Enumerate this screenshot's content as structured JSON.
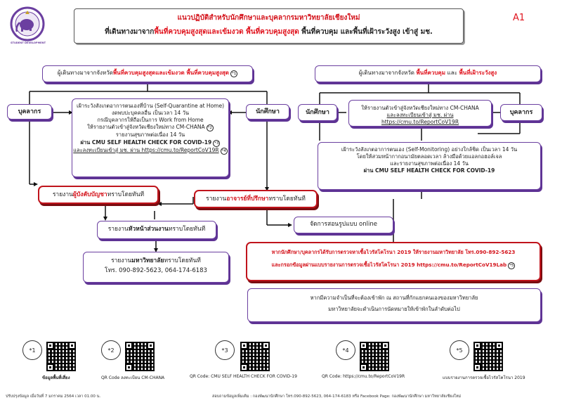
{
  "header": {
    "logo_text": "STUDENT DEVELOPMENT",
    "title_line1": "แนวปฏิบัติสำหรับนักศึกษาและบุคลากรมหาวิทยาลัยเชียงใหม่",
    "title_line2_a": "ที่เดินทางมาจาก",
    "title_line2_b": "พื้นที่ควบคุมสูงสุดและเข้มงวด พื้นที่ควบคุมสูงสุด",
    "title_line2_c": " พื้นที่ควบคุม และพื้นที่เฝ้าระวังสูง เข้าสู่ มช.",
    "code": "A1"
  },
  "left": {
    "from_box_a": "ผู้เดินทางมาจากจังหวัด",
    "from_box_b": "พื้นที่ควบคุมสูงสุดและเข้มงวด พื้นที่ควบคุมสูงสุด",
    "from_box_num": "*1",
    "staff": "บุคลากร",
    "student": "นักศึกษา",
    "center_lines": [
      "เฝ้าระวังสังเกตอาการตนเองที่บ้าน (Self-Quarantine at Home)",
      "งดพบปะบุคคลอื่น เป็นเวลา 14 วัน",
      "กรณีบุคลากรให้ถือเป็นการ Work from Home",
      "ให้รายงานตัวเข้าสู่จังหวัดเชียงใหม่ทาง CM-CHANA",
      "รายงานสุขภาพต่อเนื่อง 14 วัน",
      "ผ่าน CMU SELF HEALTH CHECK FOR COVID-19",
      "และลงทะเบียนเข้าสู่ มช. ผ่าน https://cmu.to/ReportCoV19R"
    ],
    "center_nums": [
      "*2",
      "*3",
      "*4"
    ],
    "report_supervisor_a": "รายงาน",
    "report_supervisor_b": "ผู้บังคับบัญชา",
    "report_supervisor_c": "ทราบโดยทันที",
    "report_advisor_a": "รายงาน",
    "report_advisor_b": "อาจารย์ที่ปรึกษา",
    "report_advisor_c": "ทราบโดยทันที",
    "report_head_a": "รายงาน",
    "report_head_b": "หัวหน้าส่วนงาน",
    "report_head_c": "ทราบโดยทันที",
    "report_univ_a": "รายงาน",
    "report_univ_b": "มหาวิทยาลัย",
    "report_univ_c": "ทราบโดยทันที",
    "report_univ_phone": "โทร. 090-892-5623, 064-174-6183",
    "online": "จัดการสอนรูปแบบ online"
  },
  "right": {
    "from_box_a": "ผู้เดินทางมาจากจังหวัด ",
    "from_box_b": "พื้นที่ควบคุม",
    "from_box_c": " และ ",
    "from_box_d": "พื้นที่เฝ้าระวังสูง",
    "student": "นักศึกษา",
    "staff": "บุคลากร",
    "register_lines": [
      "ให้รายงานตัวเข้าสู่จังหวัดเชียงใหม่ทาง CM-CHANA",
      "และลงทะเบียนเข้าสู่ มช. ผ่าน https://cmu.to/ReportCoV19R"
    ],
    "monitor_lines": [
      "เฝ้าระวังสังเกตอาการตนเอง (Self-Monitoring) อย่างใกล้ชิด เป็นเวลา 14 วัน",
      "โดยให้สวมหน้ากากอนามัยตลอดเวลา ล้างมือด้วยแอลกอฮอล์เจล",
      "และรายงานสุขภาพต่อเนื่อง 14 วัน",
      "ผ่าน CMU SELF HEALTH CHECK FOR COVID-19"
    ],
    "alert_line1": "หากนักศึกษา/บุคลากรได้รับการตรวจหาเชื้อไวรัสโคโรนา 2019 ให้รายงานมหาวิทยาลัย โทร.090-892-5623",
    "alert_line2": "และกรอกข้อมูลผ่านแบบรายงานการตรวจเชื้อไวรัสโคโรนา 2019 https://cmu.to/ReportCoV19Lab",
    "alert_num": "*5",
    "stay_line1": "หากมีความจำเป็นที่จะต้องเข้าพัก ณ สถานที่กักแยกคนเองของมหาวิทยาลัย",
    "stay_line2": "มหาวิทยาลัยจะดำเนินการนัดหมายให้เข้าพักในลำดับต่อไป"
  },
  "qr": [
    {
      "num": "*1",
      "label": "ข้อมูลพื้นที่เสี่ยง"
    },
    {
      "num": "*2",
      "label": "QR Code ลงทะเบียน CM-CHANA"
    },
    {
      "num": "*3",
      "label": "QR Code: CMU SELF HEALTH CHECK FOR COVID-19"
    },
    {
      "num": "*4",
      "label": "QR Code: https://cmu.to/ReportCoV19R"
    },
    {
      "num": "*5",
      "label": "แบบรายงานการตรวจเชื้อไวรัสโคโรนา 2019"
    }
  ],
  "footer": {
    "updated": "ปรับปรุงข้อมูล เมื่อวันที่ 7 มกราคม 2564 เวลา 01.00 น.",
    "contact": "สอบถามข้อมูลเพิ่มเติม : กองพัฒนานักศึกษา โทร.090-892-5623, 064-174-6183 หรือ Facebook Page: กองพัฒนานักศึกษา มหาวิทยาลัยเชียงใหม่"
  }
}
